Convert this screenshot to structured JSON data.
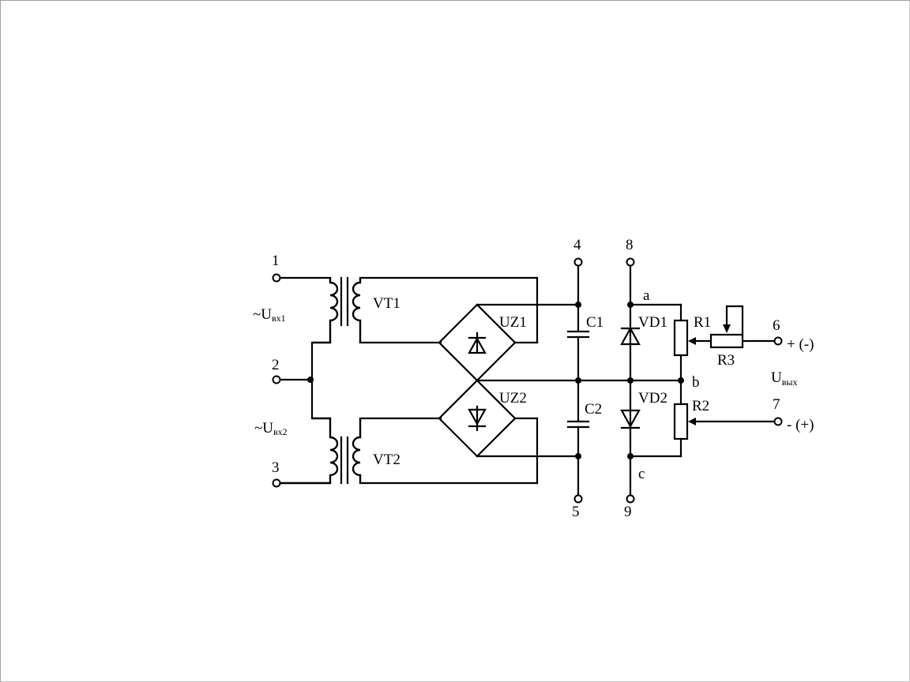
{
  "terminals": {
    "t1": "1",
    "t2": "2",
    "t3": "3",
    "t4": "4",
    "t5": "5",
    "t6": "6",
    "t7": "7",
    "t8": "8",
    "t9": "9"
  },
  "inputs": {
    "u1_main": "~U",
    "u1_sub": "вх1",
    "u2_main": "~U",
    "u2_sub": "вх2"
  },
  "components": {
    "vt1": "VT1",
    "vt2": "VT2",
    "uz1": "UZ1",
    "uz2": "UZ2",
    "c1": "C1",
    "c2": "C2",
    "vd1": "VD1",
    "vd2": "VD2",
    "r1": "R1",
    "r2": "R2",
    "r3": "R3"
  },
  "nodes": {
    "a": "a",
    "b": "b",
    "c": "c"
  },
  "outputs": {
    "out6": "+ (-)",
    "out7": "- (+)",
    "uout_main": "U",
    "uout_sub": "вых"
  }
}
